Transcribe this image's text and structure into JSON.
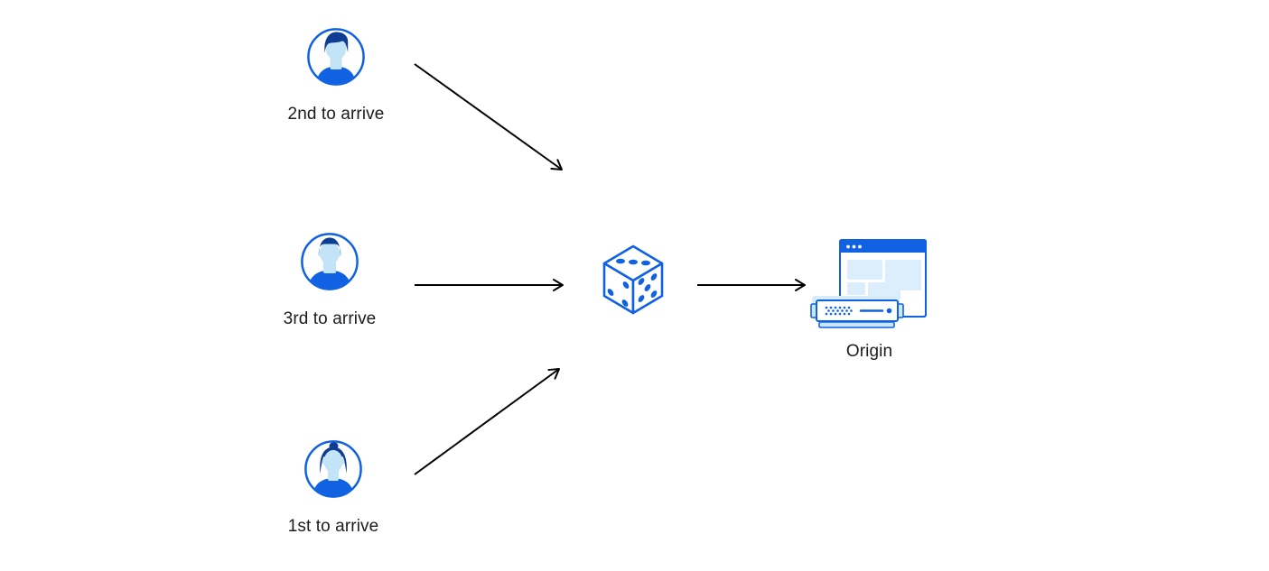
{
  "colors": {
    "primary": "#1062E3",
    "hair": "#0E3D94",
    "skin": "#C3E3F6",
    "pale": "#DCEDFB",
    "server_base": "#C8E7F8",
    "glow": "#D9ECFA",
    "text": "#1C1C1E",
    "arrow": "#000000",
    "background": "#FFFFFF"
  },
  "nodes": {
    "second": {
      "label": "2nd to arrive",
      "icon": "male-avatar"
    },
    "third": {
      "label": "3rd to arrive",
      "icon": "male-avatar"
    },
    "first": {
      "label": "1st to arrive",
      "icon": "female-avatar"
    },
    "dice": {
      "icon": "dice"
    },
    "origin": {
      "label": "Origin",
      "icon": "origin-server"
    }
  },
  "edges": [
    {
      "from": "second",
      "to": "dice"
    },
    {
      "from": "third",
      "to": "dice"
    },
    {
      "from": "first",
      "to": "dice"
    },
    {
      "from": "dice",
      "to": "origin"
    }
  ]
}
